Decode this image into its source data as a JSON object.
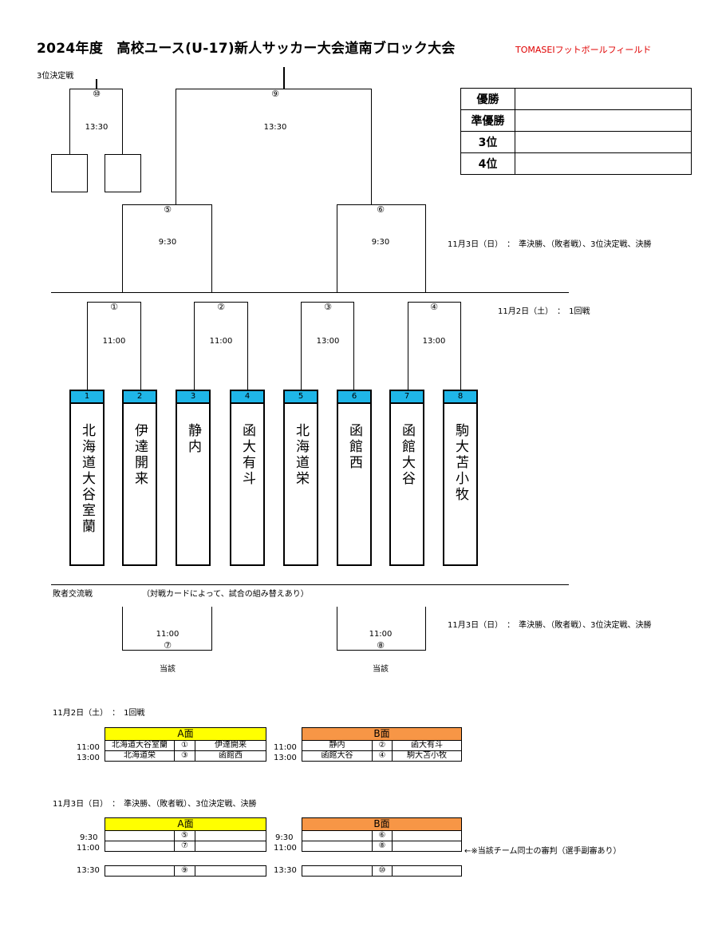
{
  "header": {
    "title": "2024年度　高校ユース(U-17)新人サッカー大会道南ブロック大会",
    "venue": "TOMASEIフットボールフィールド"
  },
  "bracket": {
    "third_place_label": "3位決定戦",
    "match10": {
      "num": "⑩",
      "time": "13:30"
    },
    "match9": {
      "num": "⑨",
      "time": "13:30"
    },
    "match5": {
      "num": "⑤",
      "time": "9:30"
    },
    "match6": {
      "num": "⑥",
      "time": "9:30"
    },
    "match1": {
      "num": "①",
      "time": "11:00"
    },
    "match2": {
      "num": "②",
      "time": "11:00"
    },
    "match3": {
      "num": "③",
      "time": "13:00"
    },
    "match4": {
      "num": "④",
      "time": "13:00"
    },
    "day2_note": "11月3日（日）　：　準決勝、（敗者戦）、3位決定戦、決勝",
    "day1_note": "11月2日（土）　：　1回戦",
    "consolation_label": "敗者交流戦",
    "consolation_note": "（対戦カードによって、試合の組み替えあり）",
    "match7": {
      "num": "⑦",
      "time": "11:00",
      "sub": "当該"
    },
    "match8": {
      "num": "⑧",
      "time": "11:00",
      "sub": "当該"
    },
    "consolation_day_note": "11月3日（日）　：　準決勝、（敗者戦）、3位決定戦、決勝"
  },
  "results": [
    {
      "label": "優勝",
      "value": ""
    },
    {
      "label": "準優勝",
      "value": ""
    },
    {
      "label": "3位",
      "value": ""
    },
    {
      "label": "4位",
      "value": ""
    }
  ],
  "teams": [
    {
      "num": "1",
      "name": "北海道大谷室蘭"
    },
    {
      "num": "2",
      "name": "伊達開来"
    },
    {
      "num": "3",
      "name": "静内"
    },
    {
      "num": "4",
      "name": "函大有斗"
    },
    {
      "num": "5",
      "name": "北海道栄"
    },
    {
      "num": "6",
      "name": "函館西"
    },
    {
      "num": "7",
      "name": "函館大谷"
    },
    {
      "num": "8",
      "name": "駒大苫小牧"
    }
  ],
  "schedule_day1": {
    "label": "11月2日（土）　：　1回戦",
    "courtA": "A面",
    "courtB": "B面",
    "rowsA": [
      {
        "time": "11:00",
        "home": "北海道大谷室蘭",
        "num": "①",
        "away": "伊達開来"
      },
      {
        "time": "13:00",
        "home": "北海道栄",
        "num": "③",
        "away": "函館西"
      }
    ],
    "rowsB": [
      {
        "time": "11:00",
        "home": "静内",
        "num": "②",
        "away": "函大有斗"
      },
      {
        "time": "13:00",
        "home": "函館大谷",
        "num": "④",
        "away": "駒大苫小牧"
      }
    ]
  },
  "schedule_day2": {
    "label": "11月3日（日）　：　準決勝、（敗者戦）、3位決定戦、決勝",
    "courtA": "A面",
    "courtB": "B面",
    "rowsA": [
      {
        "time": "9:30",
        "num": "⑤"
      },
      {
        "time": "11:00",
        "num": "⑦"
      }
    ],
    "rowsB": [
      {
        "time": "9:30",
        "num": "⑥"
      },
      {
        "time": "11:00",
        "num": "⑧"
      }
    ],
    "referee_note": "←※当該チーム同士の審判（選手副審あり）",
    "final_row": {
      "timeA": "13:30",
      "numA": "⑨",
      "timeB": "13:30",
      "numB": "⑩"
    }
  },
  "colors": {
    "team_header": "#1fb6e8",
    "court_a": "#ffff00",
    "court_b": "#f79646",
    "venue": "#e00000"
  }
}
